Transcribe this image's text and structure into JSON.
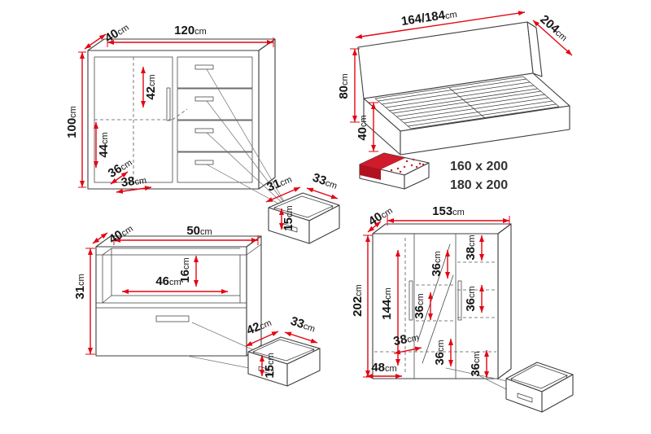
{
  "units": {
    "cm": "cm"
  },
  "colors": {
    "dimension_red": "#e30613",
    "drawing_line": "#3e3e3e",
    "label_text": "#151515"
  },
  "furniture": {
    "dresser": {
      "depth": "40",
      "width": "120",
      "height": "100",
      "inner_top": "42",
      "inner_left": "44",
      "inner_depth": "36",
      "inner_width": "38"
    },
    "bed": {
      "width": "164/184",
      "length": "204",
      "headboard_height": "80",
      "frame_height": "40",
      "mattress_sizes": [
        "160 x 200",
        "180 x 200"
      ]
    },
    "dresser_drawer": {
      "depth": "31",
      "width": "33",
      "height": "15"
    },
    "nightstand": {
      "depth": "40",
      "width": "50",
      "height": "31",
      "niche_width": "46",
      "niche_height": "16"
    },
    "nightstand_drawer": {
      "depth": "42",
      "width": "33",
      "height": "15"
    },
    "wardrobe": {
      "depth": "40",
      "width": "153",
      "height": "202",
      "interior_height": "144",
      "top_shelf": "38",
      "shelf_1": "36",
      "shelf_2": "36",
      "shelf_3": "36",
      "bottom_depth": "38",
      "shelf_4": "36",
      "bottom_width": "48",
      "shelf_5": "36"
    }
  }
}
